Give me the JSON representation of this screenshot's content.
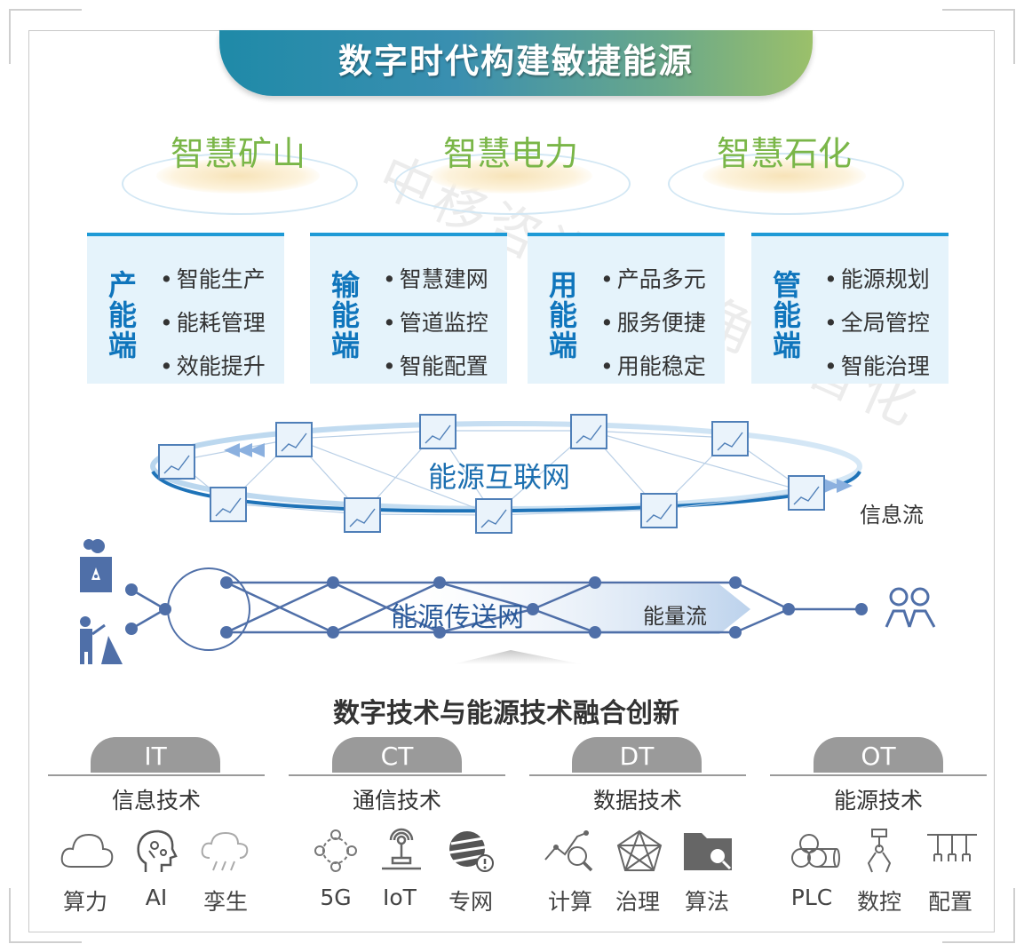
{
  "title": "数字时代构建敏捷能源",
  "watermark": "中移咨询长三角数智化",
  "domains": [
    "智慧矿山",
    "智慧电力",
    "智慧石化"
  ],
  "cards": [
    {
      "head": "产能端",
      "items": [
        "智能生产",
        "能耗管理",
        "效能提升"
      ]
    },
    {
      "head": "输能端",
      "items": [
        "智慧建网",
        "管道监控",
        "智能配置"
      ]
    },
    {
      "head": "用能端",
      "items": [
        "产品多元",
        "服务便捷",
        "用能稳定"
      ]
    },
    {
      "head": "管能端",
      "items": [
        "能源规划",
        "全局管控",
        "智能治理"
      ]
    }
  ],
  "internet": {
    "label": "能源互联网",
    "flow": "信息流"
  },
  "transport": {
    "label": "能源传送网",
    "flow": "能量流"
  },
  "fusion": "数字技术与能源技术融合创新",
  "groups": [
    {
      "code": "IT",
      "name": "信息技术",
      "items": [
        {
          "label": "算力",
          "icon": "cloud-icon"
        },
        {
          "label": "AI",
          "icon": "ai-head-icon"
        },
        {
          "label": "孪生",
          "icon": "rain-cloud-icon"
        }
      ]
    },
    {
      "code": "CT",
      "name": "通信技术",
      "items": [
        {
          "label": "5G",
          "icon": "network-nodes-icon"
        },
        {
          "label": "IoT",
          "icon": "iot-signal-icon"
        },
        {
          "label": "专网",
          "icon": "private-network-icon"
        }
      ]
    },
    {
      "code": "DT",
      "name": "数据技术",
      "items": [
        {
          "label": "计算",
          "icon": "analytics-search-icon"
        },
        {
          "label": "治理",
          "icon": "mesh-icon"
        },
        {
          "label": "算法",
          "icon": "folder-search-icon"
        }
      ]
    },
    {
      "code": "OT",
      "name": "能源技术",
      "items": [
        {
          "label": "PLC",
          "icon": "pipes-icon"
        },
        {
          "label": "数控",
          "icon": "robot-arm-icon"
        },
        {
          "label": "配置",
          "icon": "rail-icon"
        }
      ]
    }
  ],
  "colors": {
    "title_start": "#1f8aa8",
    "title_end": "#9bc06a",
    "domain_green": "#7ab648",
    "card_blue": "#0f75bc",
    "card_bg": "#e5f3fb",
    "net_blue": "#5a78b0",
    "pill_gray": "#9a9a9a"
  }
}
